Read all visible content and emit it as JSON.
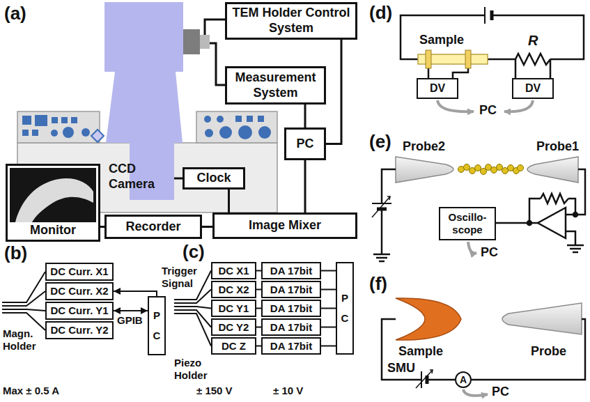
{
  "diagram": {
    "nodes": [
      {
        "text": [
          "TEM Holder Control System"
        ]
      },
      {
        "text": [
          "Measurement System"
        ]
      },
      {
        "text": [
          "PC"
        ]
      },
      {
        "text": [
          "CCD Camera"
        ]
      },
      {
        "text": [
          "Clock"
        ]
      },
      {
        "text": [
          "Monitor"
        ]
      },
      {
        "text": [
          "Recorder"
        ]
      },
      {
        "text": [
          "Image Mixer"
        ]
      },
      {
        "text": [
          "DC Curr. X1"
        ]
      },
      {
        "text": [
          "DC Curr. X2"
        ]
      },
      {
        "text": [
          "DC Curr. Y1"
        ]
      },
      {
        "text": [
          "DC Curr. Y2"
        ]
      },
      {
        "text": [
          "P C"
        ]
      },
      {
        "text": [
          "DC X1"
        ]
      },
      {
        "text": [
          "DA 17bit"
        ]
      },
      {
        "text": [
          "DC X2"
        ]
      },
      {
        "text": [
          "DA 17bit"
        ]
      },
      {
        "text": [
          "DC Y1"
        ]
      },
      {
        "text": [
          "DA 17bit"
        ]
      },
      {
        "text": [
          "DC Y2"
        ]
      },
      {
        "text": [
          "DA 17bit"
        ]
      },
      {
        "text": [
          "DC Z"
        ]
      },
      {
        "text": [
          "DA 17bit"
        ]
      },
      {
        "text": [
          "P C"
        ]
      },
      {
        "text": [
          "DV"
        ]
      },
      {
        "text": [
          "DV"
        ]
      },
      {
        "text": [
          "Oscillo- scope"
        ]
      },
      {
        "text": [
          "A"
        ]
      }
    ],
    "edges": [
      {
        "from": 0,
        "to": 2,
        "arrow": "none"
      },
      {
        "from": 1,
        "to": 2,
        "arrow": "none"
      },
      {
        "from": 2,
        "to": 7,
        "arrow": "none"
      },
      {
        "from": 3,
        "to": 4,
        "arrow": "none"
      },
      {
        "from": 4,
        "to": 7,
        "arrow": "none"
      },
      {
        "from": 7,
        "to": 6,
        "arrow": "none"
      },
      {
        "from": 6,
        "to": 5,
        "arrow": "none"
      },
      {
        "from": 12,
        "to": 9,
        "arrow": "to"
      },
      {
        "from": 12,
        "to": 10,
        "arrow": "both"
      },
      {
        "from": 13,
        "to": 14,
        "arrow": "none"
      },
      {
        "from": 15,
        "to": 16,
        "arrow": "none"
      },
      {
        "from": 17,
        "to": 18,
        "arrow": "none"
      },
      {
        "from": 19,
        "to": 20,
        "arrow": "none"
      },
      {
        "from": 21,
        "to": 22,
        "arrow": "none"
      },
      {
        "from": 14,
        "to": 23,
        "arrow": "none"
      },
      {
        "from": 16,
        "to": 23,
        "arrow": "none"
      },
      {
        "from": 18,
        "to": 23,
        "arrow": "none"
      },
      {
        "from": 20,
        "to": 23,
        "arrow": "none"
      },
      {
        "from": 22,
        "to": 23,
        "arrow": "none"
      }
    ],
    "labels": [
      "(a)",
      "(b)",
      "(c)",
      "(d)",
      "(e)",
      "(f)",
      "Trigger Signal",
      "GPIB",
      "Magn. Holder",
      "Max ± 0.5 A",
      "Piezo Holder",
      "± 150 V",
      "± 10 V",
      "Sample",
      "R",
      "PC",
      "Probe2",
      "Probe1",
      "PC",
      "Sample",
      "Probe",
      "SMU",
      "PC"
    ]
  }
}
